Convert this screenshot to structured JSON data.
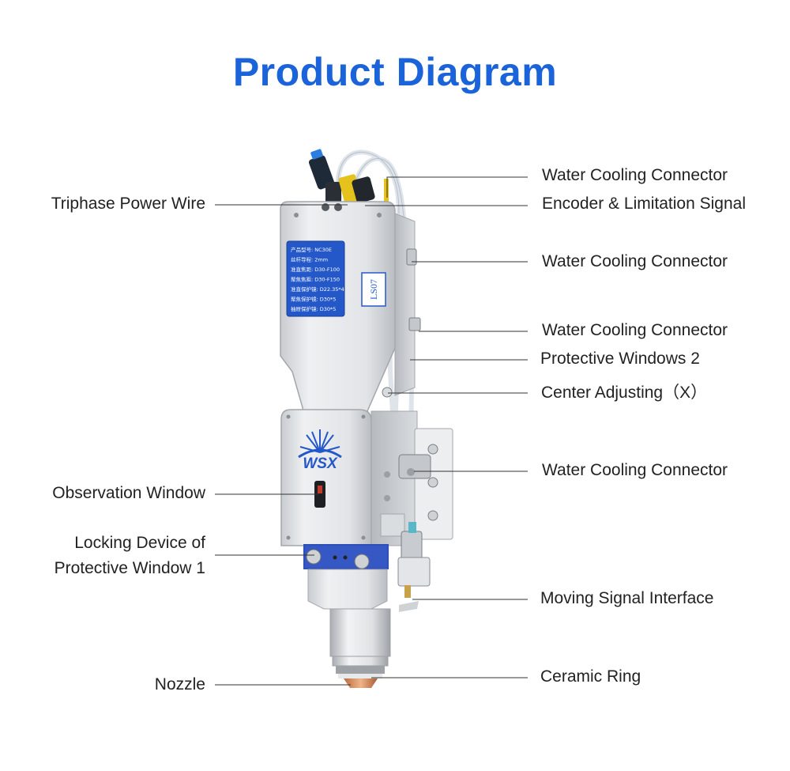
{
  "title": "Product Diagram",
  "device": {
    "brand": "WSX",
    "model_tag": "LS07",
    "plate_lines": [
      "产品型号: NC30E",
      "丝杆导程: 2mm",
      "准直焦距: D30-F100",
      "聚焦焦距: D30-F150",
      "准直保护镜: D22.35*4",
      "聚焦保护镜: D30*5",
      "抽屉保护镜: D30*5"
    ]
  },
  "labels": {
    "triphase": "Triphase Power Wire",
    "observation": "Observation Window",
    "locking_1": "Locking Device of",
    "locking_2": "Protective Window 1",
    "nozzle": "Nozzle",
    "water_1": "Water Cooling Connector",
    "encoder": "Encoder & Limitation Signal",
    "water_2": "Water Cooling Connector",
    "water_3": "Water Cooling Connector",
    "protective_2": "Protective Windows 2",
    "center": "Center Adjusting（X）",
    "water_4": "Water Cooling Connector",
    "moving": "Moving Signal Interface",
    "ceramic": "Ceramic Ring"
  },
  "colors": {
    "title": "#1a63d8",
    "plate": "#2458c8",
    "band": "#2f4fb8",
    "body": "#e6e8ea"
  }
}
